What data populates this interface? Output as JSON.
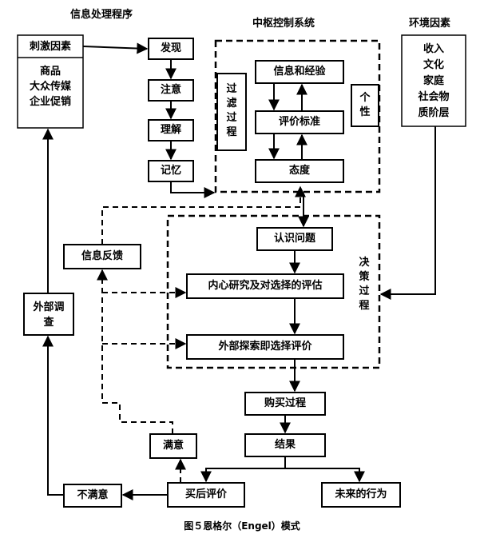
{
  "sections": {
    "info_processing": "信息处理程序",
    "central_control": "中枢控制系统",
    "environment": "环境因素"
  },
  "stimulus": {
    "title": "刺激因素",
    "items": [
      "商品",
      "大众传媒",
      "企业促销"
    ]
  },
  "info_steps": [
    "发现",
    "注意",
    "理解",
    "记忆"
  ],
  "central": {
    "filter": "过滤过程",
    "info_experience": "信息和经验",
    "criteria": "评价标准",
    "attitude": "态度",
    "personality": "个性"
  },
  "environment_items": [
    "收入",
    "文化",
    "家庭",
    "社会物",
    "质阶层"
  ],
  "decision": {
    "label": "决策过程",
    "problem": "认识问题",
    "internal": "内心研究及对选择的评估",
    "external": "外部探索即选择评价"
  },
  "feedback": "信息反馈",
  "external_survey": "外部调查",
  "purchase": "购买过程",
  "result": "结果",
  "satisfied": "满意",
  "post_eval": "买后评价",
  "unsatisfied": "不满意",
  "future": "未来的行为",
  "caption": "图５恩格尔（Engel）模式"
}
